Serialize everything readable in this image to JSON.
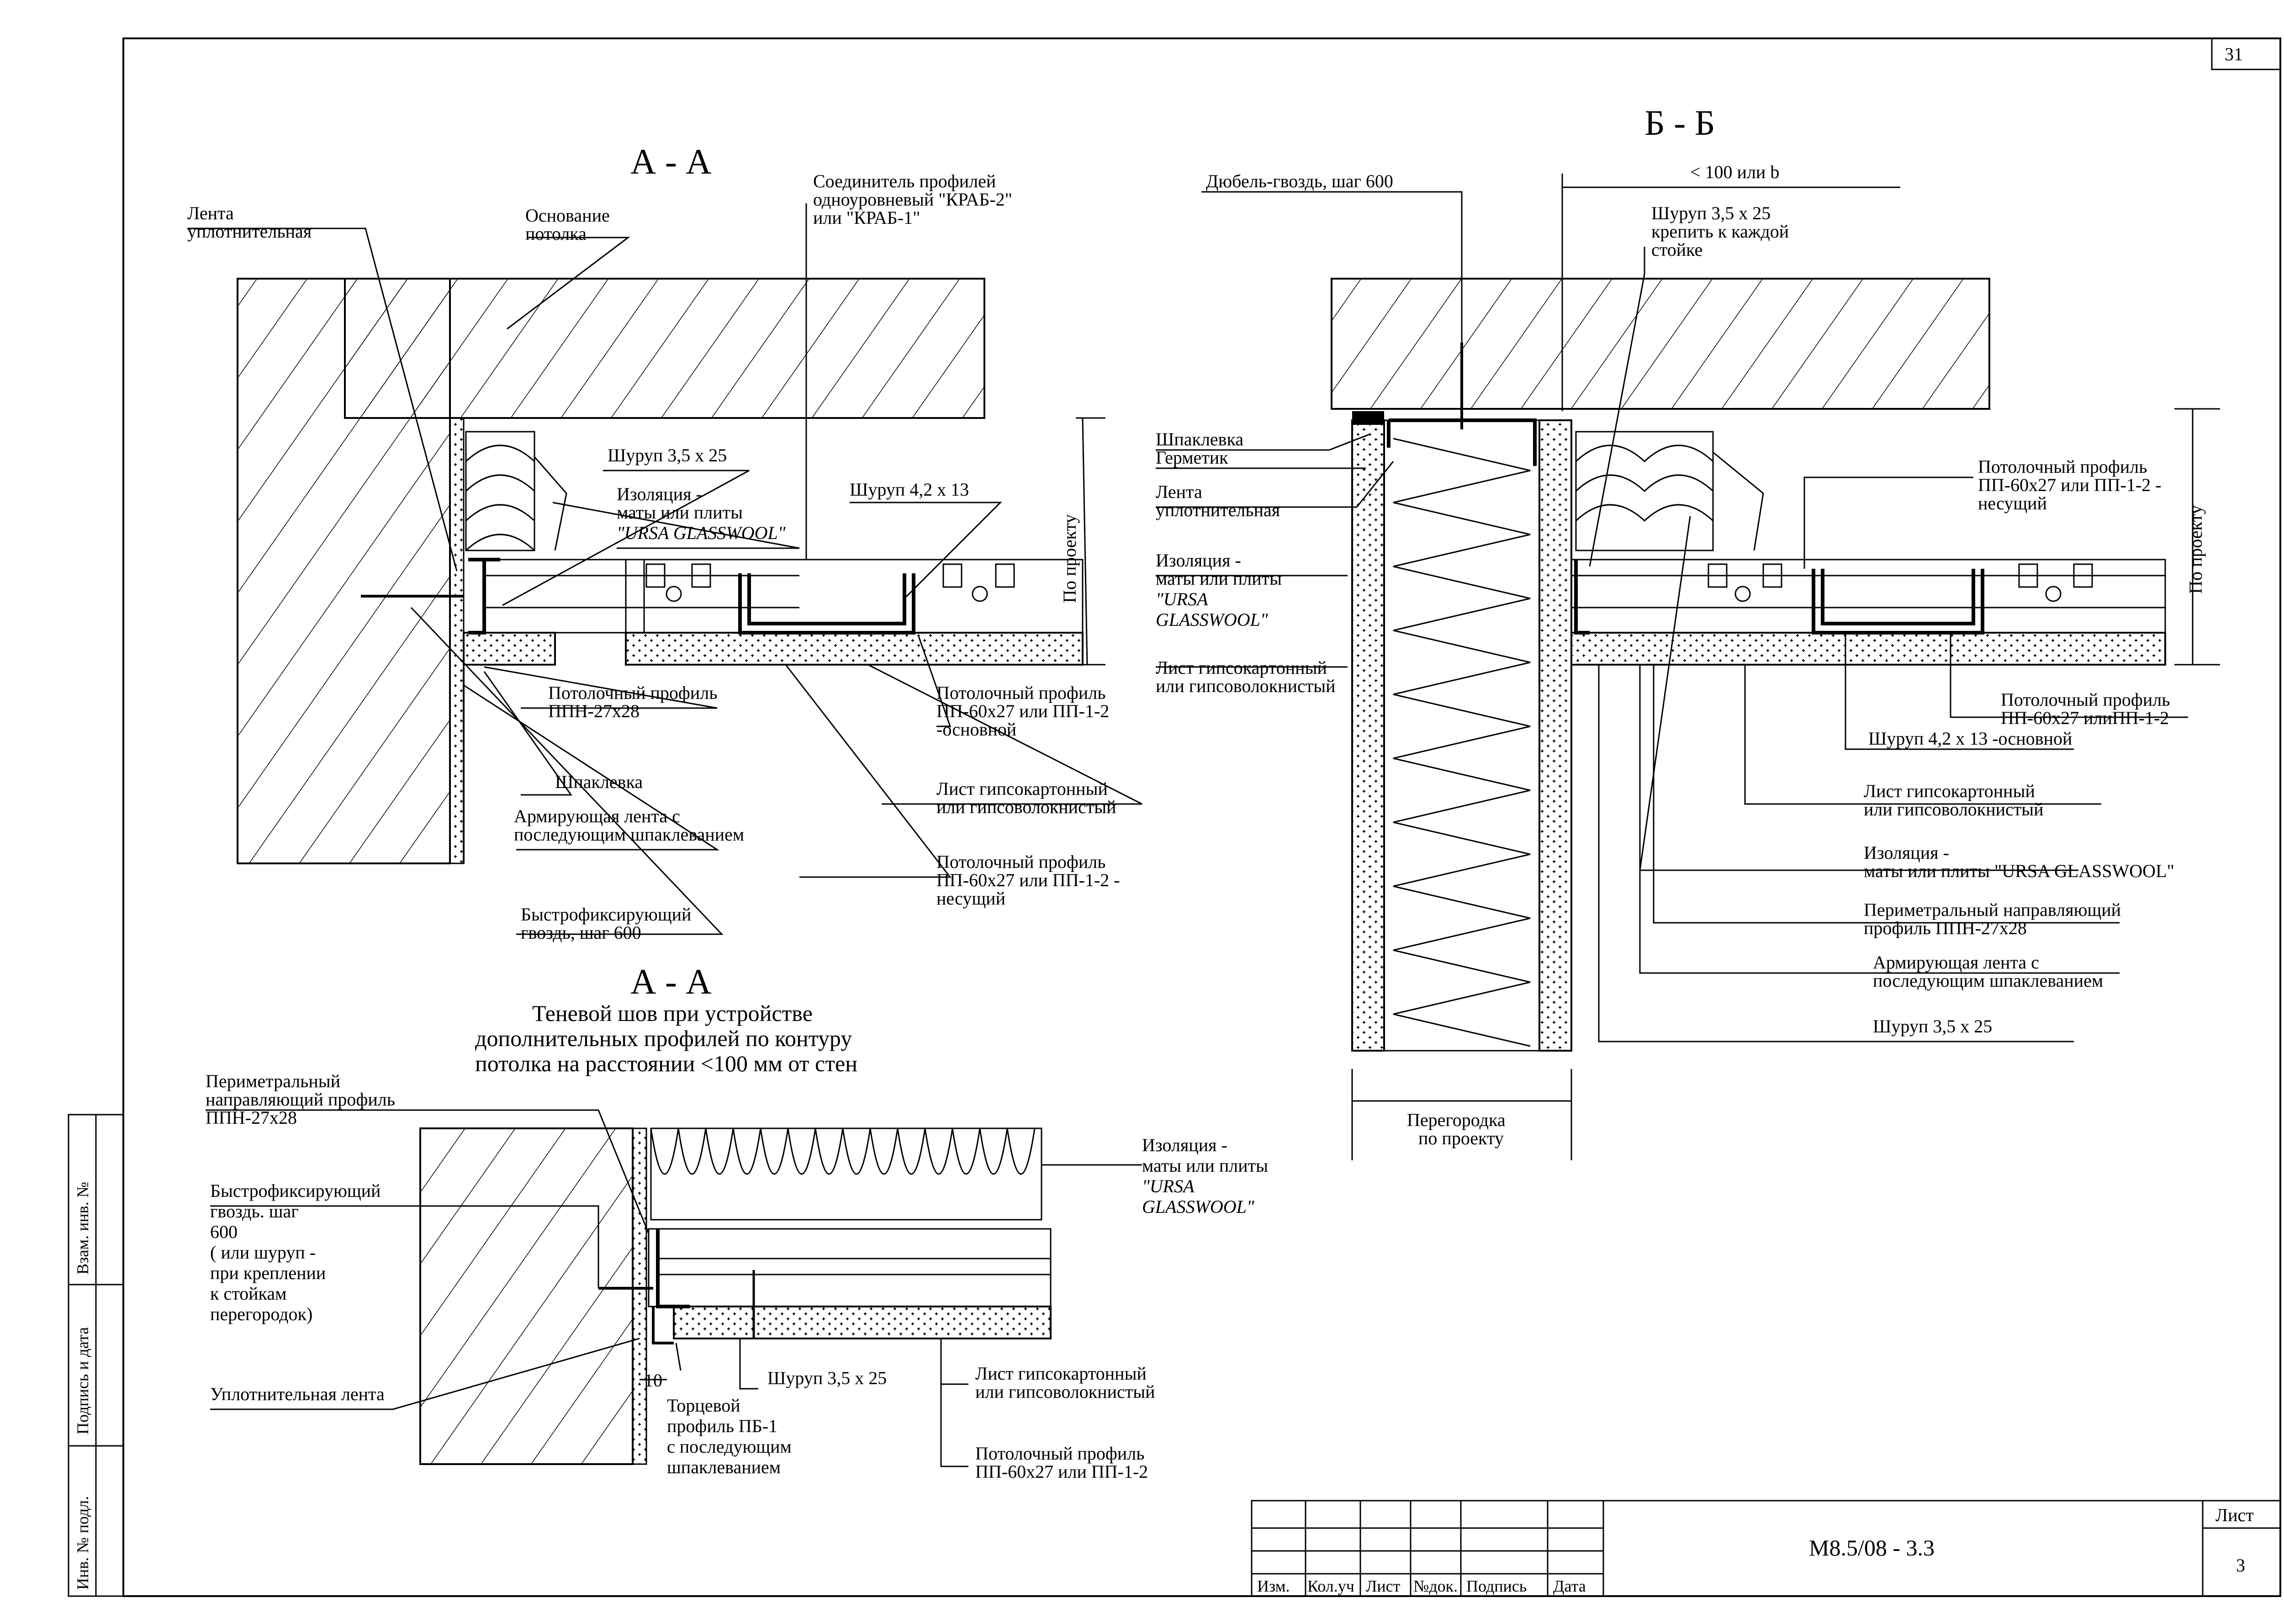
{
  "sheet": {
    "page_number": "31",
    "title_block": {
      "columns": [
        "Изм.",
        "Кол.уч",
        "Лист",
        "№док.",
        "Подпись",
        "Дата"
      ],
      "document_code": "М8.5/08 - 3.3",
      "sheet_label": "Лист",
      "sheet_number": "3"
    },
    "side_stamp": {
      "replaced_inv": "Взам. инв. №",
      "signature_date": "Подпись и дата",
      "original_inv": "Инв. № подл."
    }
  },
  "section_aa_top": {
    "title": "А - А",
    "labels": {
      "tape_1": "Лента",
      "tape_2": "уплотнительная",
      "ceiling_base_1": "Основание",
      "ceiling_base_2": "потолка",
      "connector_1": "Соединитель профилей",
      "connector_2": "одноуровневый \"КРАБ-2\"",
      "connector_3": "или \"КРАБ-1\"",
      "screw_35x25": "Шуруп 3,5 х 25",
      "insulation_1": "Изоляция -",
      "insulation_2": "маты или плиты",
      "insulation_3": "\"URSA GLASSWOOL\"",
      "screw_42x13": "Шуруп 4,2 х 13",
      "by_design": "По проекту",
      "ppn_1": "Потолочный профиль",
      "ppn_2": "ППН-27х28",
      "pp_main_1": "Потолочный профиль",
      "pp_main_2": "ПП-60х27 или ПП-1-2",
      "pp_main_3": "-основной",
      "putty": "Шпаклевка",
      "reinf_1": "Армирующая лента с",
      "reinf_2": "последующим шпаклеванием",
      "gypsum_1": "Лист гипсокартонный",
      "gypsum_2": "или гипсоволокнистый",
      "pp_bearing_1": "Потолочный профиль",
      "pp_bearing_2": "ПП-60х27 или ПП-1-2 -",
      "pp_bearing_3": "несущий",
      "nail_1": "Быстрофиксирующий",
      "nail_2": "гвоздь, шаг 600"
    }
  },
  "section_aa_bottom": {
    "title": "А - А",
    "subtitle_1": "Теневой шов при  устройстве",
    "subtitle_2": "дополнительных профилей по контуру",
    "subtitle_3": "потолка на расстоянии <100 мм от стен",
    "labels": {
      "perim_1": "Периметральный",
      "perim_2": "направляющий профиль",
      "perim_3": "ППН-27х28",
      "nail_1": "Быстрофиксирующий",
      "nail_2": "гвоздь. шаг",
      "nail_3": "600",
      "nail_4": "( или шуруп  -",
      "nail_5": "при креплении",
      "nail_6": "к стойкам",
      "nail_7": "перегородок)",
      "seal_tape": "Уплотнительная лента",
      "dim_10": "10",
      "end_prof_1": "Торцевой",
      "end_prof_2": "профиль ПБ-1",
      "end_prof_3": "с последующим",
      "end_prof_4": "шпаклеванием",
      "screw_35x25": "Шуруп 3,5 х 25",
      "gypsum_1": "Лист гипсокартонный",
      "gypsum_2": "или гипсоволокнистый",
      "pp_1": "Потолочный профиль",
      "pp_2": "ПП-60х27 или ПП-1-2",
      "insulation_1": "Изоляция -",
      "insulation_2": "маты или плиты",
      "insulation_3": "\"URSA",
      "insulation_4": "GLASSWOOL\""
    }
  },
  "section_bb": {
    "title": "Б - Б",
    "labels": {
      "dowel": "Дюбель-гвоздь, шаг 600",
      "dim_b": "< 100 или b",
      "screw_1": "Шуруп 3,5 х 25",
      "screw_2": "крепить к каждой",
      "screw_3": "стойке",
      "putty": "Шпаклевка",
      "sealant": "Герметик",
      "tape_1": "Лента",
      "tape_2": "уплотнительная",
      "ins_1": "Изоляция -",
      "ins_2": "маты или плиты",
      "ins_3": "\"URSA",
      "ins_4": "GLASSWOOL\"",
      "gyps_l_1": "Лист гипсокартонный",
      "gyps_l_2": "или гипсоволокнистый",
      "pp_bear_1": "Потолочный профиль",
      "pp_bear_2": "ПП-60х27 или ПП-1-2 -",
      "pp_bear_3": "несущий",
      "by_design": "По проекту",
      "pp_main_1": "Потолочный профиль",
      "pp_main_2": "ПП-60х27 илиПП-1-2",
      "screw_42": "Шуруп 4,2 х 13 -основной",
      "gyps_r_1": "Лист гипсокартонный",
      "gyps_r_2": "или гипсоволокнистый",
      "ins_r_1": "Изоляция -",
      "ins_r_2": "маты или плиты \"URSA GLASSWOOL\"",
      "perim_1": "Периметральный направляющий",
      "perim_2": "профиль ППН-27х28",
      "reinf_1": "Армирующая лента с",
      "reinf_2": "последующим шпаклеванием",
      "screw_bottom": "Шуруп 3,5 х 25",
      "partition_1": "Перегородка",
      "partition_2": "по проекту"
    }
  },
  "colors": {
    "ink": "#000000",
    "paper": "#ffffff"
  }
}
